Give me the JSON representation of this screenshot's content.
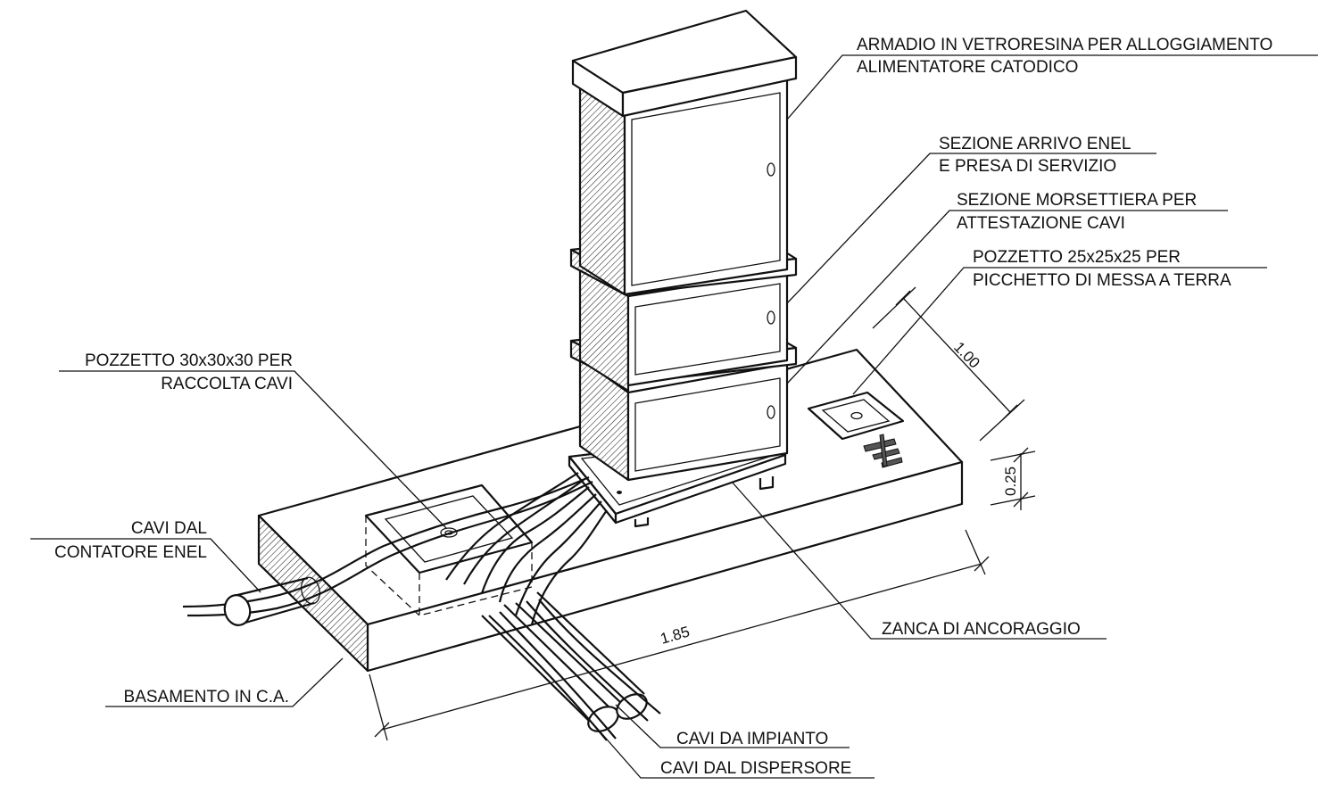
{
  "labels": {
    "armadio_1": "ARMADIO IN VETRORESINA PER ALLOGGIAMENTO",
    "armadio_2": "ALIMENTATORE CATODICO",
    "enel_1": "SEZIONE ARRIVO ENEL",
    "enel_2": "E PRESA DI SERVIZIO",
    "morsett_1": "SEZIONE MORSETTIERA PER",
    "morsett_2": "ATTESTAZIONE CAVI",
    "pozz25_1": "POZZETTO 25x25x25 PER",
    "pozz25_2": "PICCHETTO DI MESSA A TERRA",
    "pozz30_1": "POZZETTO 30x30x30 PER",
    "pozz30_2": "RACCOLTA CAVI",
    "contatore_1": "CAVI DAL",
    "contatore_2": "CONTATORE ENEL",
    "basamento": "BASAMENTO IN C.A.",
    "zanca": "ZANCA DI ANCORAGGIO",
    "impianto": "CAVI DA IMPIANTO",
    "dispersore": "CAVI DAL DISPERSORE"
  },
  "dimensions": {
    "depth": "1.00",
    "height": "0.25",
    "length": "1.85"
  }
}
